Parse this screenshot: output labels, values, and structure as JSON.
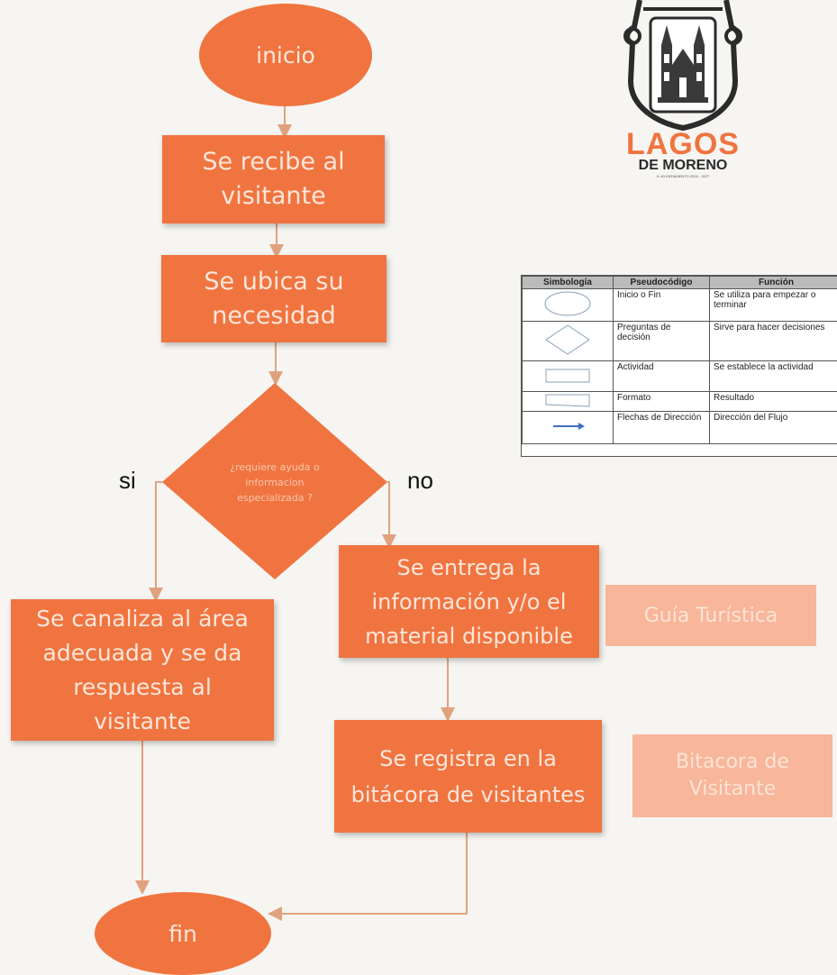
{
  "flow": {
    "start": "inicio",
    "receive": "Se recibe al visitante",
    "locate": "Se ubica su necesidad",
    "decision": "¿requiere ayuda o informacion especializada ?",
    "yes_label": "si",
    "no_label": "no",
    "channel": "Se canaliza al área adecuada y se da respuesta al visitante",
    "deliver": "Se entrega la información y/o el material disponible",
    "register": "Se registra en la bitácora de visitantes",
    "end": "fin"
  },
  "outputs": {
    "guide": "Guía Turística",
    "log": "Bitacora de Visitante"
  },
  "logo": {
    "name": "LAGOS",
    "subname": "DE MORENO",
    "caption": "H. AYUNTAMIENTO 2024 · 2027"
  },
  "legend": {
    "headers": [
      "Simbología",
      "Pseudocódigo",
      "Función"
    ],
    "rows": [
      {
        "symbol": "oval-icon",
        "pseudo": "Inicio o Fin",
        "function": "Se utiliza para empezar o terminar"
      },
      {
        "symbol": "diamond-icon",
        "pseudo": "Preguntas de decisión",
        "function": "Sirve para hacer decisiones"
      },
      {
        "symbol": "rectangle-icon",
        "pseudo": "Actividad",
        "function": "Se establece la actividad"
      },
      {
        "symbol": "document-icon",
        "pseudo": "Formato",
        "function": "Resultado"
      },
      {
        "symbol": "arrow-icon",
        "pseudo": "Flechas de Dirección",
        "function": "Dirección del Flujo"
      }
    ]
  },
  "colors": {
    "node_fill": "#f07440",
    "output_fill": "#f8b69a",
    "connector": "#e0a27e",
    "node_text": "#fde6da",
    "logo_accent": "#f07440"
  }
}
